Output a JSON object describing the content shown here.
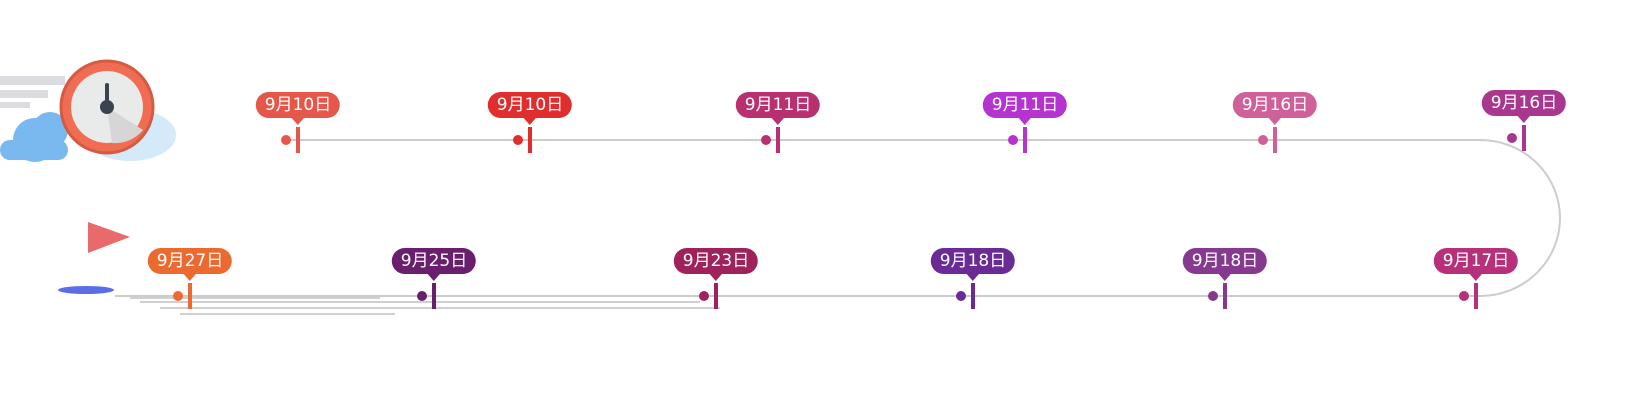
{
  "milestones": [
    {
      "label": "9月10日",
      "color": "#e4574a"
    },
    {
      "label": "9月10日",
      "color": "#e02d2d"
    },
    {
      "label": "9月11日",
      "color": "#b8306f"
    },
    {
      "label": "9月11日",
      "color": "#b533cf"
    },
    {
      "label": "9月16日",
      "color": "#d0609a"
    },
    {
      "label": "9月16日",
      "color": "#a9378e"
    },
    {
      "label": "9月17日",
      "color": "#b6307a"
    },
    {
      "label": "9月18日",
      "color": "#863a8f"
    },
    {
      "label": "9月18日",
      "color": "#6a2b96"
    },
    {
      "label": "9月23日",
      "color": "#a0225a"
    },
    {
      "label": "9月25日",
      "color": "#6a1f6e"
    },
    {
      "label": "9月27日",
      "color": "#ec6a30"
    }
  ],
  "icons": {
    "start": "clock-icon",
    "cloud": "cloud-icon",
    "finish": "flag-icon"
  },
  "colors": {
    "track": "#cccccc",
    "clock_face": "#f06c52",
    "cloud": "#7ab8f0",
    "flag": "#e86a6a",
    "flag_base": "#5b6ee8"
  }
}
